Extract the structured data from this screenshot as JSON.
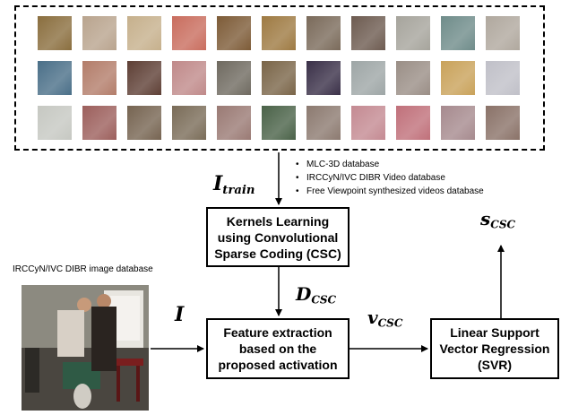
{
  "patch_colors": [
    [
      "#8a6e3e",
      "#b9a48e",
      "#c6b08c",
      "#c96d5e",
      "#7d5b37",
      "#9e7a42",
      "#7a6a5a",
      "#6d5b50",
      "#a6a49c",
      "#6f8c8a",
      "#b0a89e"
    ],
    [
      "#4a6f88",
      "#b37d6a",
      "#5e3f35",
      "#c08a8a",
      "#6f6a60",
      "#7a6548",
      "#3a3048",
      "#9ea6a6",
      "#9a8e86",
      "#c9a25a",
      "#c0c0c8"
    ],
    [
      "#c6c8c2",
      "#9c5f5c",
      "#766451",
      "#7a6c58",
      "#9a7a74",
      "#4a6248",
      "#8c7a70",
      "#c48a92",
      "#c0707a",
      "#a68a8e",
      "#8a7268"
    ]
  ],
  "bullets": [
    "MLC-3D database",
    "IRCCyN/IVC DIBR Video database",
    "Free Viewpoint synthesized videos database"
  ],
  "i_train": {
    "base": "I",
    "sub": "train"
  },
  "i_label": "I",
  "d_csc": {
    "base": "D",
    "sub": "CSC"
  },
  "v_csc": {
    "base": "v",
    "sub": "CSC"
  },
  "s_csc": {
    "base": "s",
    "sub": "CSC"
  },
  "kernels_box": [
    "Kernels Learning",
    "using Convolutional",
    "Sparse Coding (CSC)"
  ],
  "feature_box": [
    "Feature extraction",
    "based on the",
    "proposed activation"
  ],
  "svr_box": [
    "Linear Support",
    "Vector Regression",
    "(SVR)"
  ],
  "image_db_label": "IRCCyN/IVC DIBR  image database"
}
